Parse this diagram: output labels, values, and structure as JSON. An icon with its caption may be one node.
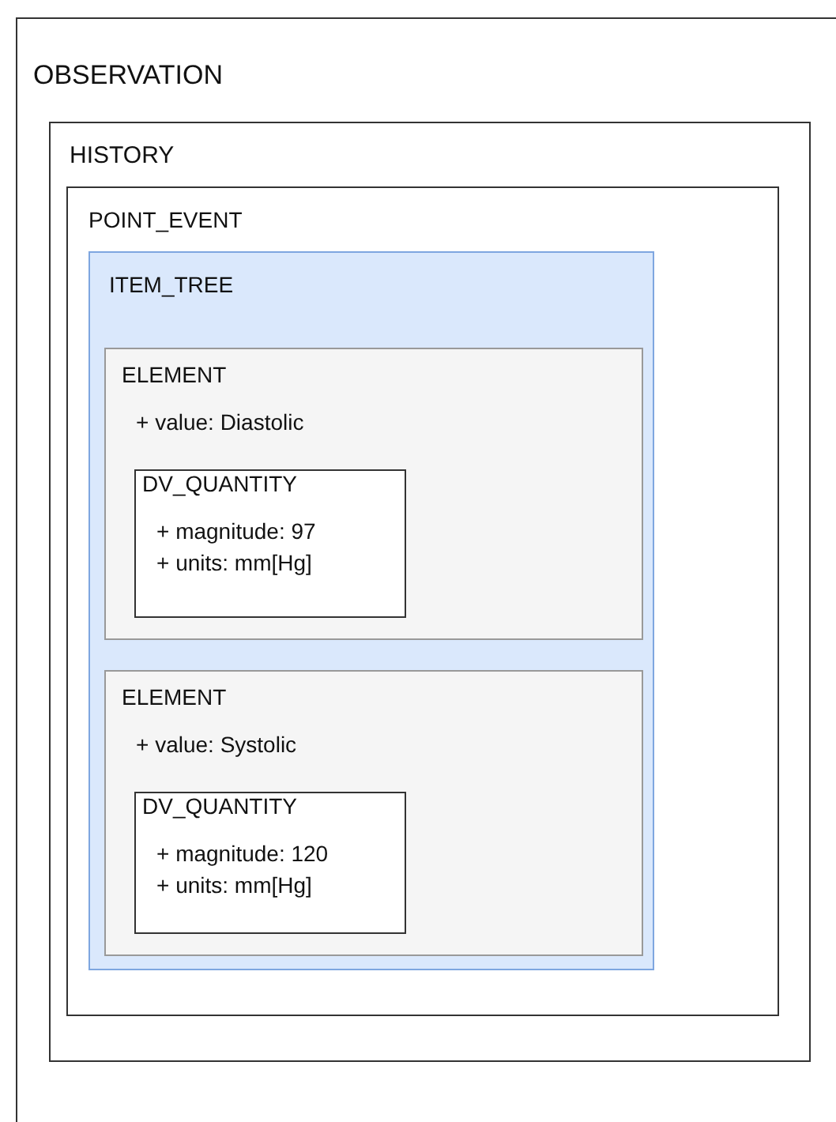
{
  "diagram": {
    "nodes": [
      {
        "text": [
          "OBSERVATION"
        ]
      },
      {
        "text": [
          "HISTORY"
        ],
        "in": 0
      },
      {
        "text": [
          "POINT_EVENT"
        ],
        "in": 1
      },
      {
        "text": [
          "ITEM_TREE"
        ],
        "in": 2
      },
      {
        "text": [
          "ELEMENT",
          "+ value: Diastolic"
        ],
        "in": 3
      },
      {
        "text": [
          "DV_QUANTITY",
          "+ magnitude: 97",
          "+ units: mm[Hg]"
        ],
        "in": 4
      },
      {
        "text": [
          "ELEMENT",
          "+ value: Systolic"
        ],
        "in": 3
      },
      {
        "text": [
          "DV_QUANTITY",
          "+ magnitude: 120",
          "+ units: mm[Hg]"
        ],
        "in": 6
      }
    ]
  }
}
